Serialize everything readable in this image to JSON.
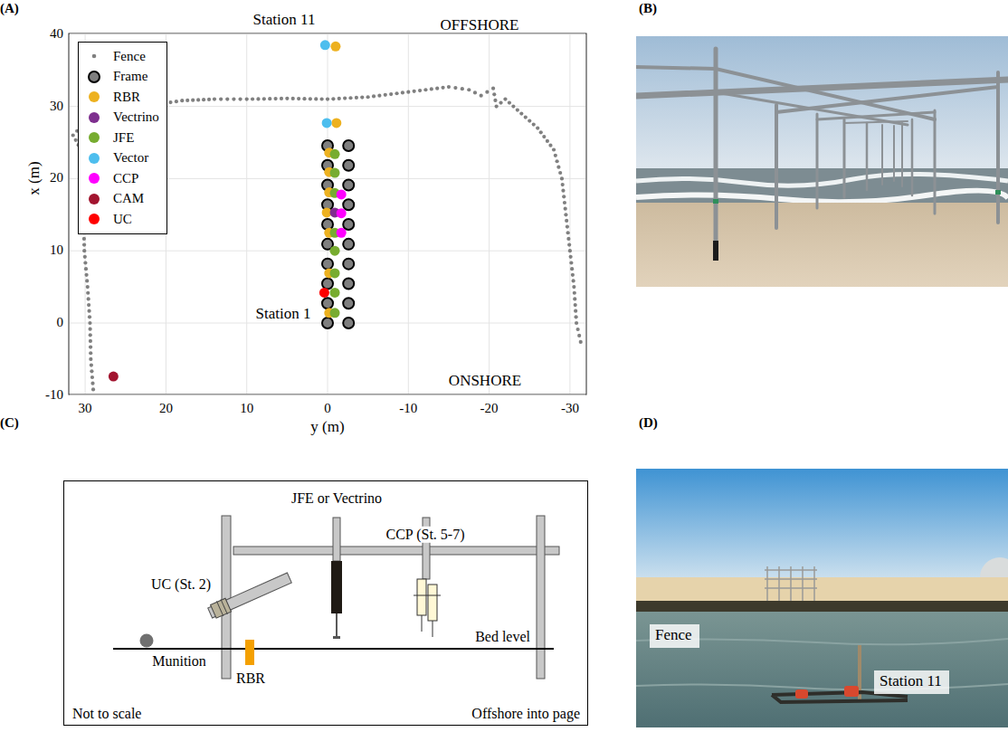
{
  "diagram": {
    "nodes": [
      {
        "text": [
          "Fence"
        ]
      },
      {
        "text": [
          "Station 11"
        ]
      }
    ],
    "labels": [
      "(A)",
      "(B)",
      "(C)",
      "(D)",
      "40",
      "30",
      "20",
      "10",
      "0",
      "-10",
      "30",
      "20",
      "10",
      "0",
      "-10",
      "-20",
      "-30",
      "x (m)",
      "y (m)",
      "Station 11",
      "OFFSHORE",
      "Station 1",
      "ONSHORE",
      "JFE or Vectrino",
      "UC (St. 2)",
      "CCP (St. 5-7)",
      "Munition",
      "Bed level",
      "RBR",
      "Not to scale",
      "Offshore into page"
    ],
    "legend": [
      {
        "text": "Fence",
        "color": "#808080"
      },
      {
        "text": "Frame"
      },
      {
        "text": "RBR",
        "color": "#EDB120"
      },
      {
        "text": "Vectrino",
        "color": "#7E2F8E"
      },
      {
        "text": "JFE",
        "color": "#77AC30"
      },
      {
        "text": "Vector",
        "color": "#4DBEEE"
      },
      {
        "text": "CCP",
        "color": "#FF00FF"
      },
      {
        "text": "CAM",
        "color": "#A2142F"
      },
      {
        "text": "UC",
        "color": "#FF0000"
      }
    ]
  }
}
